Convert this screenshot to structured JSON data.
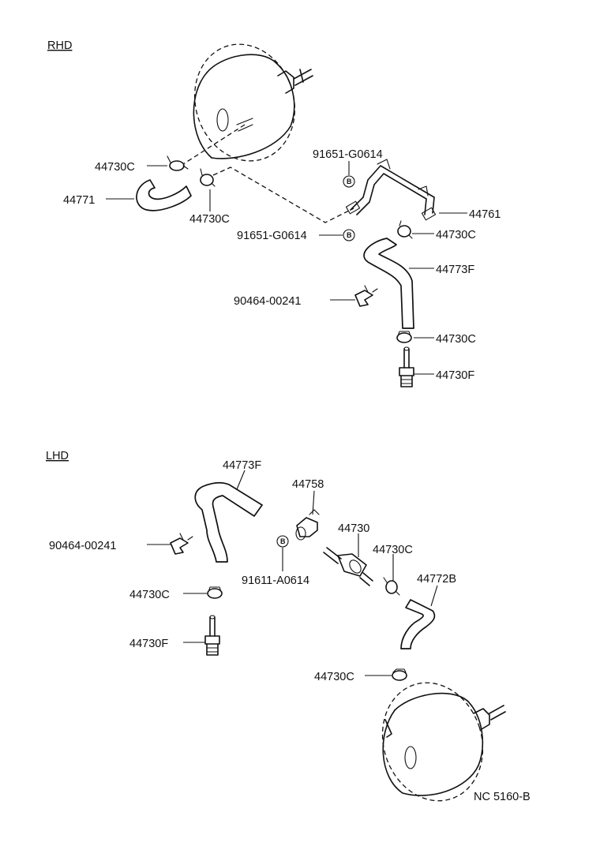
{
  "sections": {
    "rhd": "RHD",
    "lhd": "LHD"
  },
  "badge_letter": "B",
  "labels": {
    "rhd_44730c_a": "44730C",
    "rhd_44771": "44771",
    "rhd_44730c_b": "44730C",
    "rhd_91651_top": "91651-G0614",
    "rhd_91651_bottom": "91651-G0614",
    "rhd_44761": "44761",
    "rhd_44730c_c": "44730C",
    "rhd_44773f": "44773F",
    "rhd_90464": "90464-00241",
    "rhd_44730c_d": "44730C",
    "rhd_44730f": "44730F",
    "lhd_44773f": "44773F",
    "lhd_44758": "44758",
    "lhd_44730": "44730",
    "lhd_90464": "90464-00241",
    "lhd_44730c_a": "44730C",
    "lhd_91611": "91611-A0614",
    "lhd_44772b": "44772B",
    "lhd_44730c_b": "44730C",
    "lhd_44730f": "44730F",
    "lhd_44730c_c": "44730C"
  },
  "figure_code": "NC 5160-B"
}
